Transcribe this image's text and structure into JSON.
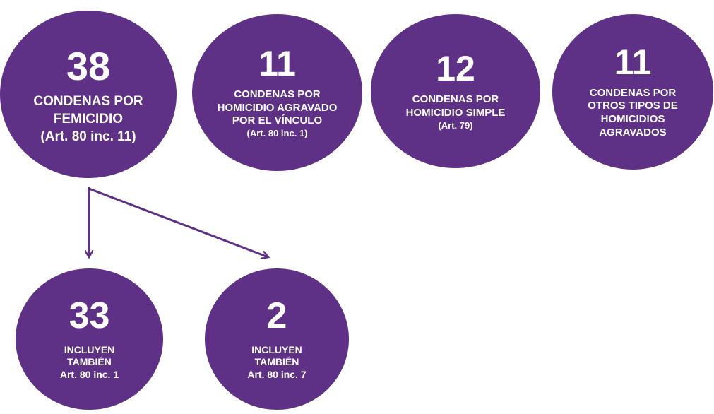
{
  "colors": {
    "circle_fill": "#5e3187",
    "arrow": "#5e3187",
    "text": "#ffffff"
  },
  "circles": [
    {
      "number": "38",
      "lines": [
        "CONDENAS POR",
        "FEMICIDIO",
        "(Art. 80 inc. 11)"
      ]
    },
    {
      "number": "11",
      "lines": [
        "CONDENAS POR",
        "HOMICIDIO AGRAVADO",
        "POR EL VÍNCULO",
        "(Art. 80 inc. 1)"
      ]
    },
    {
      "number": "12",
      "lines": [
        "CONDENAS POR",
        "HOMICIDIO SIMPLE",
        "(Art. 79)"
      ]
    },
    {
      "number": "11",
      "lines": [
        "CONDENAS POR",
        "OTROS TIPOS DE",
        "HOMICIDIOS",
        "AGRAVADOS"
      ]
    },
    {
      "number": "33",
      "lines": [
        "INCLUYEN",
        "TAMBIÉN",
        "Art. 80 inc. 1"
      ]
    },
    {
      "number": "2",
      "lines": [
        "INCLUYEN",
        "TAMBIÉN",
        "Art. 80 inc. 7"
      ]
    }
  ]
}
